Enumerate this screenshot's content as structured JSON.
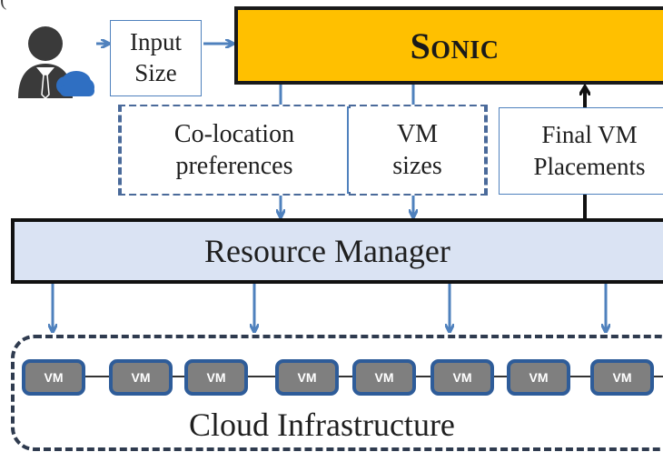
{
  "corner_glyph": "(",
  "user": {
    "icon": "user-cloud-icon"
  },
  "input_size": {
    "line1": "Input",
    "line2": "Size"
  },
  "sonic": {
    "label": "Sonic"
  },
  "preferences": {
    "colocation": {
      "line1": "Co-location",
      "line2": "preferences"
    },
    "vm_sizes": {
      "line1": "VM",
      "line2": "sizes"
    }
  },
  "final_placements": {
    "line1": "Final VM",
    "line2": "Placements"
  },
  "resource_manager": {
    "label": "Resource Manager"
  },
  "cloud": {
    "label": "Cloud Infrastructure",
    "vms": [
      "VM",
      "VM",
      "VM",
      "VM",
      "VM",
      "VM",
      "VM",
      "VM"
    ]
  },
  "colors": {
    "sonic_fill": "#ffc000",
    "resource_manager_fill": "#dae3f3",
    "arrow_blue": "#4f81bd",
    "arrow_black": "#111111",
    "vm_fill": "#7f7f7f",
    "vm_border": "#2e5c99"
  }
}
